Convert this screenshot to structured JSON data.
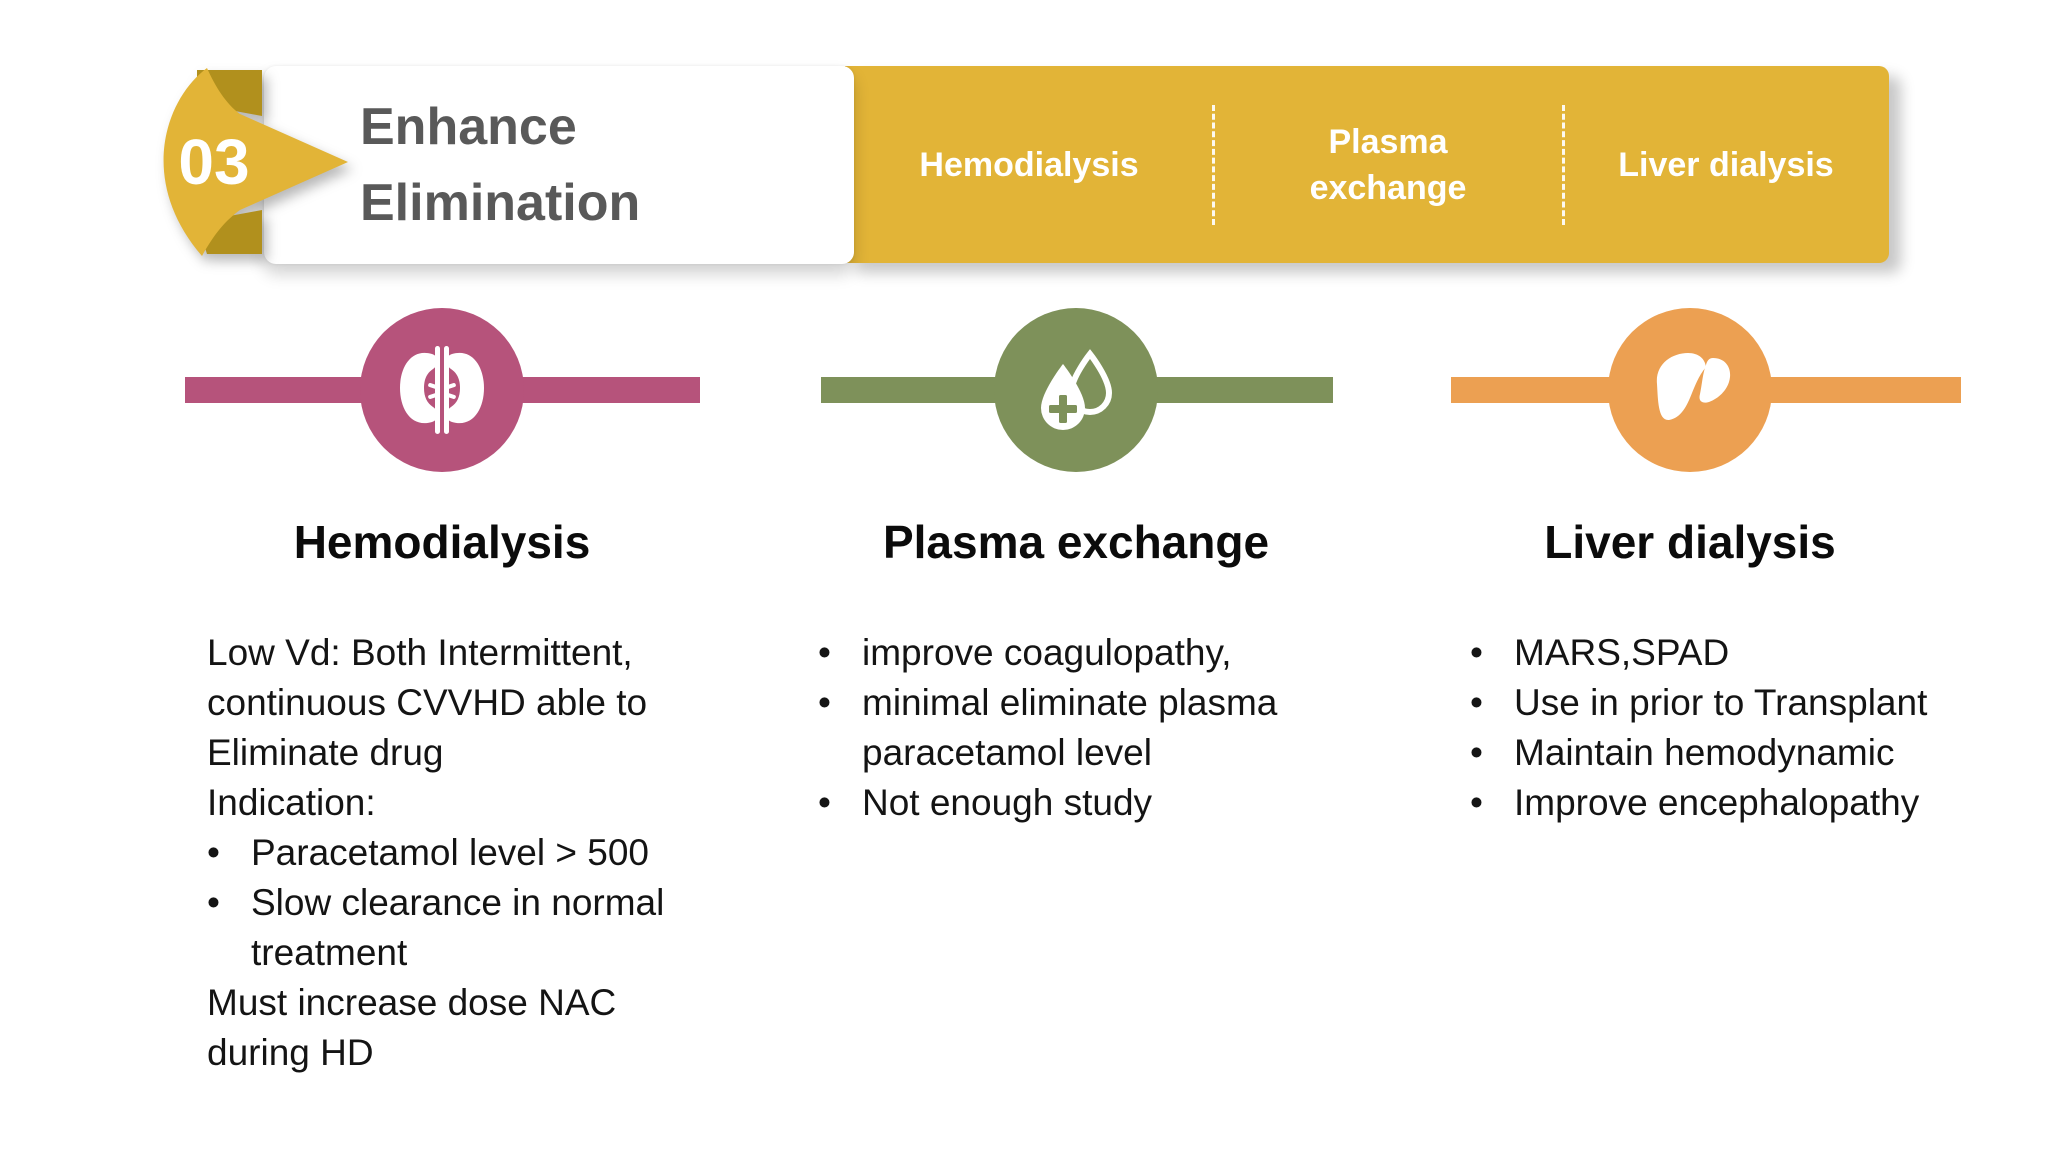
{
  "header": {
    "step_number": "03",
    "title_line1": "Enhance",
    "title_line2": "Elimination",
    "tabs": [
      {
        "label": "Hemodialysis"
      },
      {
        "label": "Plasma exchange"
      },
      {
        "label": "Liver dialysis"
      }
    ]
  },
  "colors": {
    "accent_yellow": "#E2B437",
    "fold_yellow": "#B1901D",
    "hemodialysis_pink": "#B6537B",
    "plasma_green": "#7E915A",
    "liver_orange": "#ECA052",
    "title_gray": "#595959"
  },
  "columns": [
    {
      "heading": "Hemodialysis",
      "icon": "kidneys-icon",
      "accent_color": "#B6537B",
      "lines": [
        {
          "bullet": "",
          "text": "Low Vd: Both Intermittent,"
        },
        {
          "bullet": "",
          "text": "continuous CVVHD able to"
        },
        {
          "bullet": "",
          "text": "Eliminate drug"
        },
        {
          "bullet": "",
          "text": "Indication:"
        },
        {
          "bullet": "•",
          "text": "Paracetamol level > 500"
        },
        {
          "bullet": "•",
          "text": "Slow clearance in normal"
        },
        {
          "bullet": "",
          "text": "treatment"
        },
        {
          "bullet": "",
          "text": "Must increase dose NAC"
        },
        {
          "bullet": "",
          "text": "during HD"
        }
      ]
    },
    {
      "heading": "Plasma exchange",
      "icon": "blood-drops-icon",
      "accent_color": "#7E915A",
      "lines": [
        {
          "bullet": "•",
          "text": "improve coagulopathy,"
        },
        {
          "bullet": "•",
          "text": "minimal eliminate plasma"
        },
        {
          "bullet": "",
          "text": "paracetamol level"
        },
        {
          "bullet": "•",
          "text": "Not enough study"
        }
      ]
    },
    {
      "heading": "Liver dialysis",
      "icon": "liver-icon",
      "accent_color": "#ECA052",
      "lines": [
        {
          "bullet": "•",
          "text": "MARS,SPAD"
        },
        {
          "bullet": "•",
          "text": "Use in prior to Transplant"
        },
        {
          "bullet": "•",
          "text": "Maintain hemodynamic"
        },
        {
          "bullet": "•",
          "text": "Improve encephalopathy"
        }
      ]
    }
  ]
}
